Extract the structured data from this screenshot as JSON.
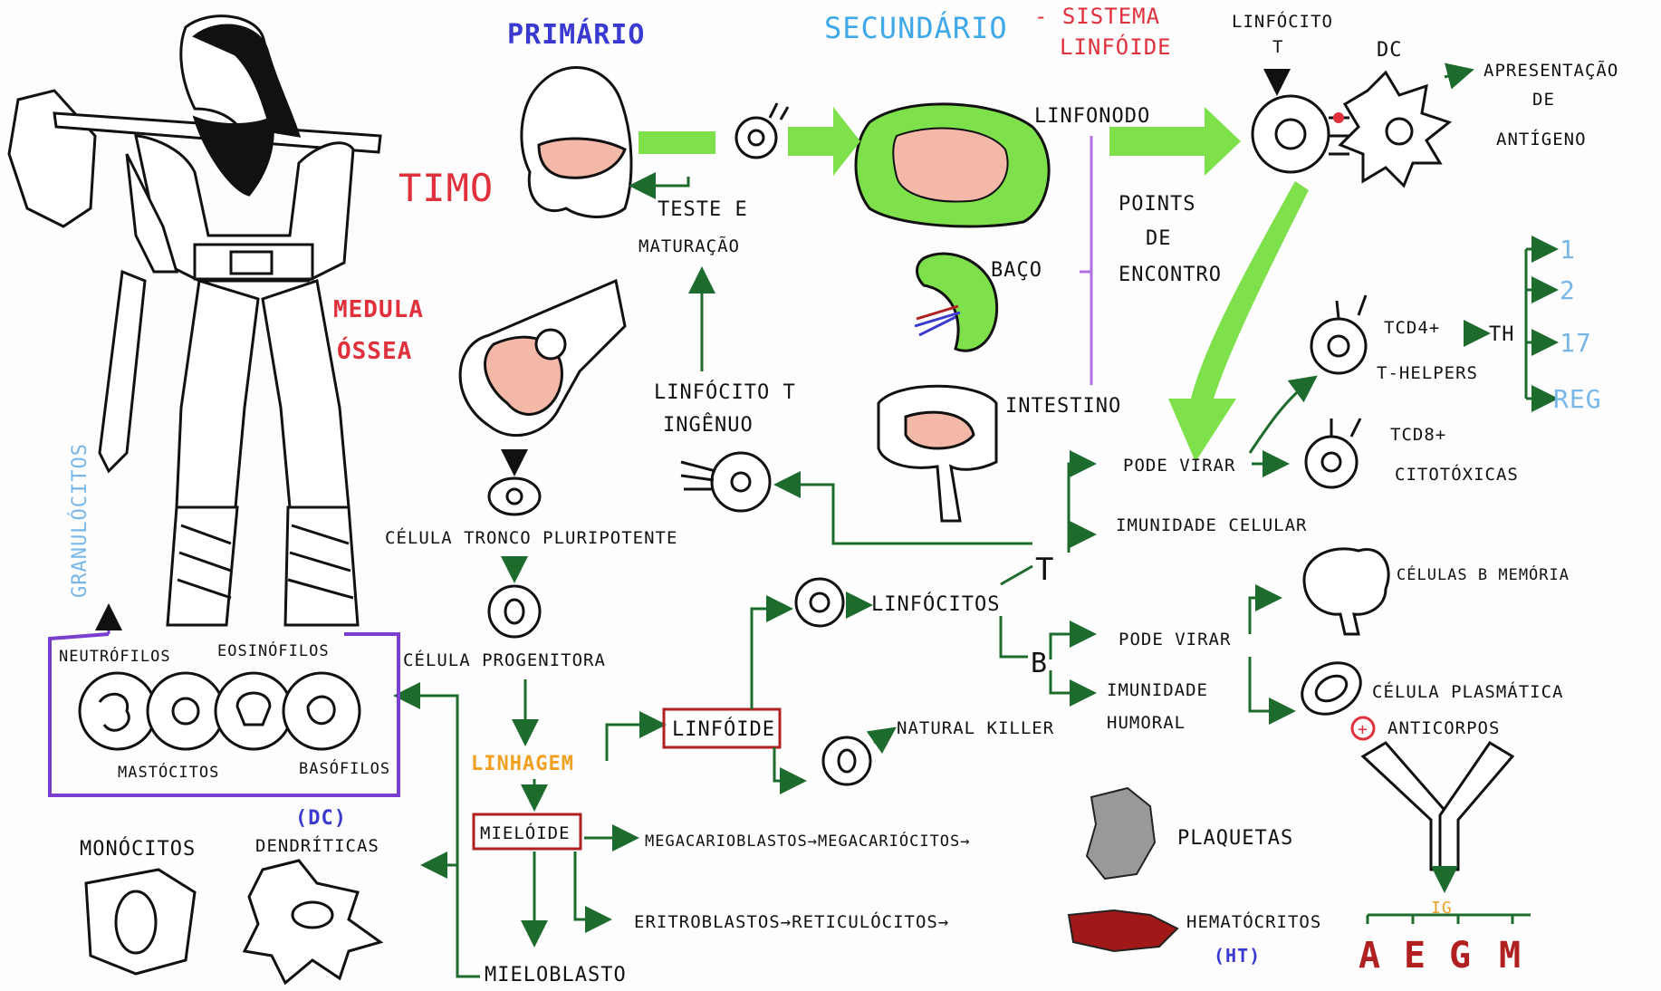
{
  "colors": {
    "ink": "#111111",
    "title_blue": "#3a3ad0",
    "title_cyan": "#3ea8e8",
    "title_red": "#e0303c",
    "arrow_green": "#1e6b2e",
    "bright_green": "#7ee04a",
    "lineage_orange": "#f0a020",
    "subset_blue": "#79b7e8",
    "purple": "#7a3fd0",
    "dark_red": "#b02020",
    "blood_red": "#a01818",
    "gray": "#999999",
    "salmon": "#f4b8a8"
  },
  "headers": {
    "primario": "PRIMÁRIO",
    "secundario": "SECUNDÁRIO",
    "sistema_linfoide_1": "- SISTEMA",
    "sistema_linfoide_2": "LINFÓIDE",
    "linfocito_t_top_1": "LINFÓCITO",
    "linfocito_t_top_2": "T",
    "dc": "DC",
    "apresentacao_1": "APRESENTAÇÃO",
    "apresentacao_2": "DE",
    "apresentacao_3": "ANTÍGENO"
  },
  "organs": {
    "timo": "TIMO",
    "medula_1": "MEDULA",
    "medula_2": "ÓSSEA",
    "linfonodo": "LINFONODO",
    "baco": "BAÇO",
    "intestino": "INTESTINO",
    "points_1": "POINTS",
    "points_2": "DE",
    "points_3": "ENCONTRO"
  },
  "flow": {
    "teste_1": "TESTE E",
    "teste_2": "MATURAÇÃO",
    "ingenuo_1": "LINFÓCITO T",
    "ingenuo_2": "INGÊNUO",
    "tronco": "CÉLULA TRONCO PLURIPOTENTE",
    "progenitora": "CÉLULA PROGENITORA",
    "linhagem": "LINHAGEM",
    "linfoide": "LINFÓIDE",
    "mieloide": "MIELÓIDE",
    "linfocitos": "LINFÓCITOS",
    "t": "T",
    "b": "B",
    "natural_killer": "NATURAL KILLER",
    "mieloblasto": "MIELOBLASTO",
    "megacario": "MEGACARIOBLASTOS→MEGACARIÓCITOS→",
    "plaquetas": "PLAQUETAS",
    "eritro": "ERITROBLASTOS→RETICULÓCITOS→",
    "hematocritos": "HEMATÓCRITOS",
    "ht": "(HT)"
  },
  "t_branch": {
    "pode_virar": "PODE VIRAR",
    "imunidade_celular": "IMUNIDADE CELULAR",
    "tcd4": "TCD4+",
    "th": "TH",
    "t_helpers": "T-HELPERS",
    "tcd8": "TCD8+",
    "citotoxicas": "CITOTÓXICAS",
    "subsets": [
      "1",
      "2",
      "17",
      "REG"
    ]
  },
  "b_branch": {
    "pode_virar": "PODE VIRAR",
    "imunidade_1": "IMUNIDADE",
    "imunidade_2": "HUMORAL",
    "memoria": "CÉLULAS B MEMÓRIA",
    "plasmatica": "CÉLULA PLASMÁTICA",
    "plus": "+",
    "anticorpos": "ANTICORPOS",
    "ig": "IG",
    "isotypes": [
      "A",
      "E",
      "G",
      "M"
    ]
  },
  "granulocytes": {
    "title": "GRANULÓCITOS",
    "neutrofilos": "NEUTRÓFILOS",
    "eosinofilos": "EOSINÓFILOS",
    "mastocitos": "MASTÓCITOS",
    "basofilos": "BASÓFILOS"
  },
  "myeloid_cells": {
    "monocitos": "MONÓCITOS",
    "dc": "(DC)",
    "dendriticas": "DENDRÍTICAS"
  }
}
